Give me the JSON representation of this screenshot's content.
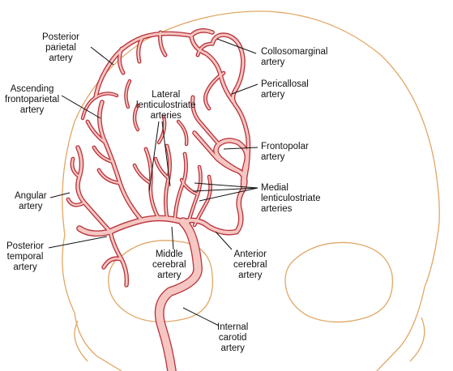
{
  "colors": {
    "skull_outline": "#e0a766",
    "artery_outline": "#b8323a",
    "artery_fill": "#f6c6c2",
    "leader_line": "#111111"
  },
  "labels": {
    "posterior_parietal": "Posterior\nparietal\nartery",
    "collosomarginal": "Collosomarginal\nartery",
    "ascending_frontoparietal": "Ascending\nfrontoparietal\nartery",
    "pericallosal": "Pericallosal\nartery",
    "lateral_lenticulostriate": "Lateral\nlenticulostriate\narteries",
    "frontopolar": "Frontopolar\nartery",
    "angular": "Angular\nartery",
    "medial_lenticulostriate": "Medial\nlenticulostriate\narteries",
    "posterior_temporal": "Posterior\ntemporal\nartery",
    "middle_cerebral": "Middle\ncerebral\nartery",
    "anterior_cerebral": "Anterior\ncerebral\nartery",
    "internal_carotid": "Internal\ncarotid\nartery"
  }
}
